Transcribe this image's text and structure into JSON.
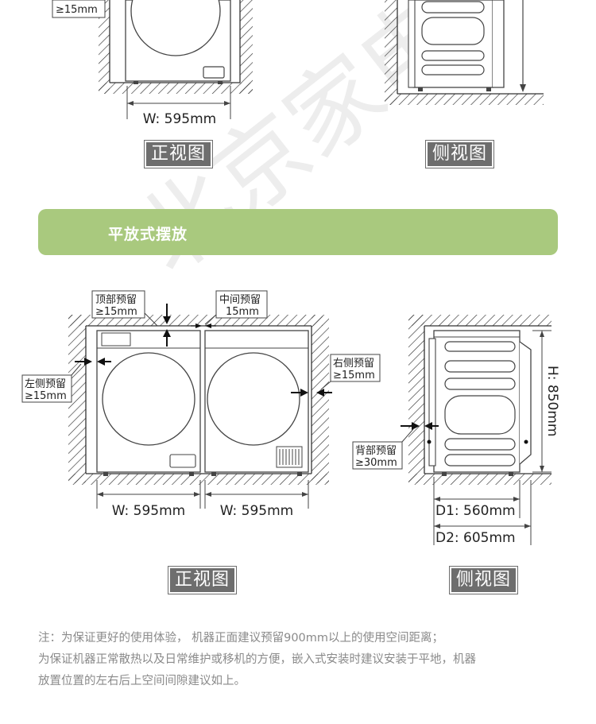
{
  "top_section": {
    "clearance_label": "≥15mm",
    "width_label": "W: 595mm",
    "front_view_label": "正视图",
    "side_view_label": "侧视图"
  },
  "banner": {
    "title": "平放式摆放"
  },
  "bottom_section": {
    "top_clearance": {
      "title": "顶部预留",
      "value": "≥15mm"
    },
    "middle_clearance": {
      "title": "中间预留",
      "value": "15mm"
    },
    "left_clearance": {
      "title": "左侧预留",
      "value": "≥15mm"
    },
    "right_clearance": {
      "title": "右侧预留",
      "value": "≥15mm"
    },
    "back_clearance": {
      "title": "背部预留",
      "value": "≥30mm"
    },
    "width_washer": "W: 595mm",
    "width_dryer": "W: 595mm",
    "height": "H: 850mm",
    "depth1": "D1: 560mm",
    "depth2": "D2: 605mm",
    "front_view_label": "正视图",
    "side_view_label": "侧视图"
  },
  "watermark": "北京家电",
  "note": {
    "line1": "注：为保证更好的使用体验， 机器正面建议预留900mm以上的使用空间距离；",
    "line2": "为保证机器正常散热以及日常维护或移机的方便，嵌入式安装时建议安装于平地，机器",
    "line3": "放置位置的左右后上空间间隙建议如上。"
  }
}
